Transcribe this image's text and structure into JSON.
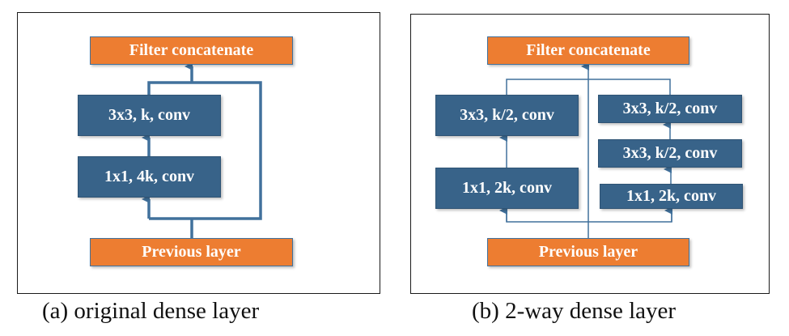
{
  "colors": {
    "orange_box": "#ed7d31",
    "blue_box": "#386389",
    "connector": "#41719c",
    "text": "#ffffff"
  },
  "panel_a": {
    "caption": "(a) original dense layer",
    "top": "Filter concatenate",
    "bottom": "Previous layer",
    "layers": [
      "3x3, k, conv",
      "1x1, 4k, conv"
    ]
  },
  "panel_b": {
    "caption": "(b) 2-way dense layer",
    "top": "Filter concatenate",
    "bottom": "Previous layer",
    "left_branch": [
      "3x3, k/2, conv",
      "1x1, 2k, conv"
    ],
    "right_branch": [
      "3x3, k/2, conv",
      "3x3, k/2, conv",
      "1x1, 2k, conv"
    ]
  }
}
